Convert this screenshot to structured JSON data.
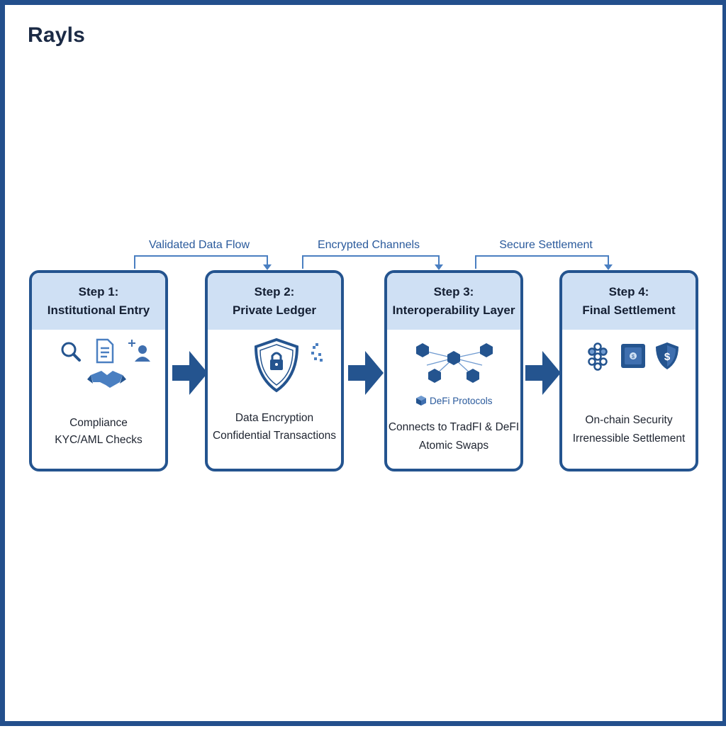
{
  "brand": {
    "name": "Rayls"
  },
  "connectors": [
    {
      "label": "Validated Data Flow"
    },
    {
      "label": "Encrypted Channels"
    },
    {
      "label": "Secure Settlement"
    }
  ],
  "steps": [
    {
      "step": "Step 1:",
      "title": "Institutional Entry",
      "lines": [
        "Compliance",
        "KYC/AML Checks"
      ],
      "icons": [
        "magnifier-icon",
        "document-icon",
        "user-add-icon",
        "handshake-icon"
      ]
    },
    {
      "step": "Step 2:",
      "title": "Private Ledger",
      "lines": [
        "Data Encryption",
        "Confidential Transactions"
      ],
      "icons": [
        "shield-lock-icon",
        "pixel-dots-icon"
      ]
    },
    {
      "step": "Step 3:",
      "title": "Interoperability Layer",
      "lines": [
        "Connects to TradFI & DeFI",
        "Atomic Swaps"
      ],
      "badge": "DeFi Protocols",
      "icons": [
        "hexagon-network-icon",
        "cube-icon"
      ]
    },
    {
      "step": "Step 4:",
      "title": "Final Settlement",
      "lines": [
        "On-chain Security",
        "Irrenessible Settlement"
      ],
      "icons": [
        "node-cluster-icon",
        "vault-icon",
        "shield-dollar-icon"
      ]
    }
  ],
  "colors": {
    "primary": "#24548f",
    "header_fill": "#cfe0f4",
    "accent": "#4a7fc1"
  }
}
